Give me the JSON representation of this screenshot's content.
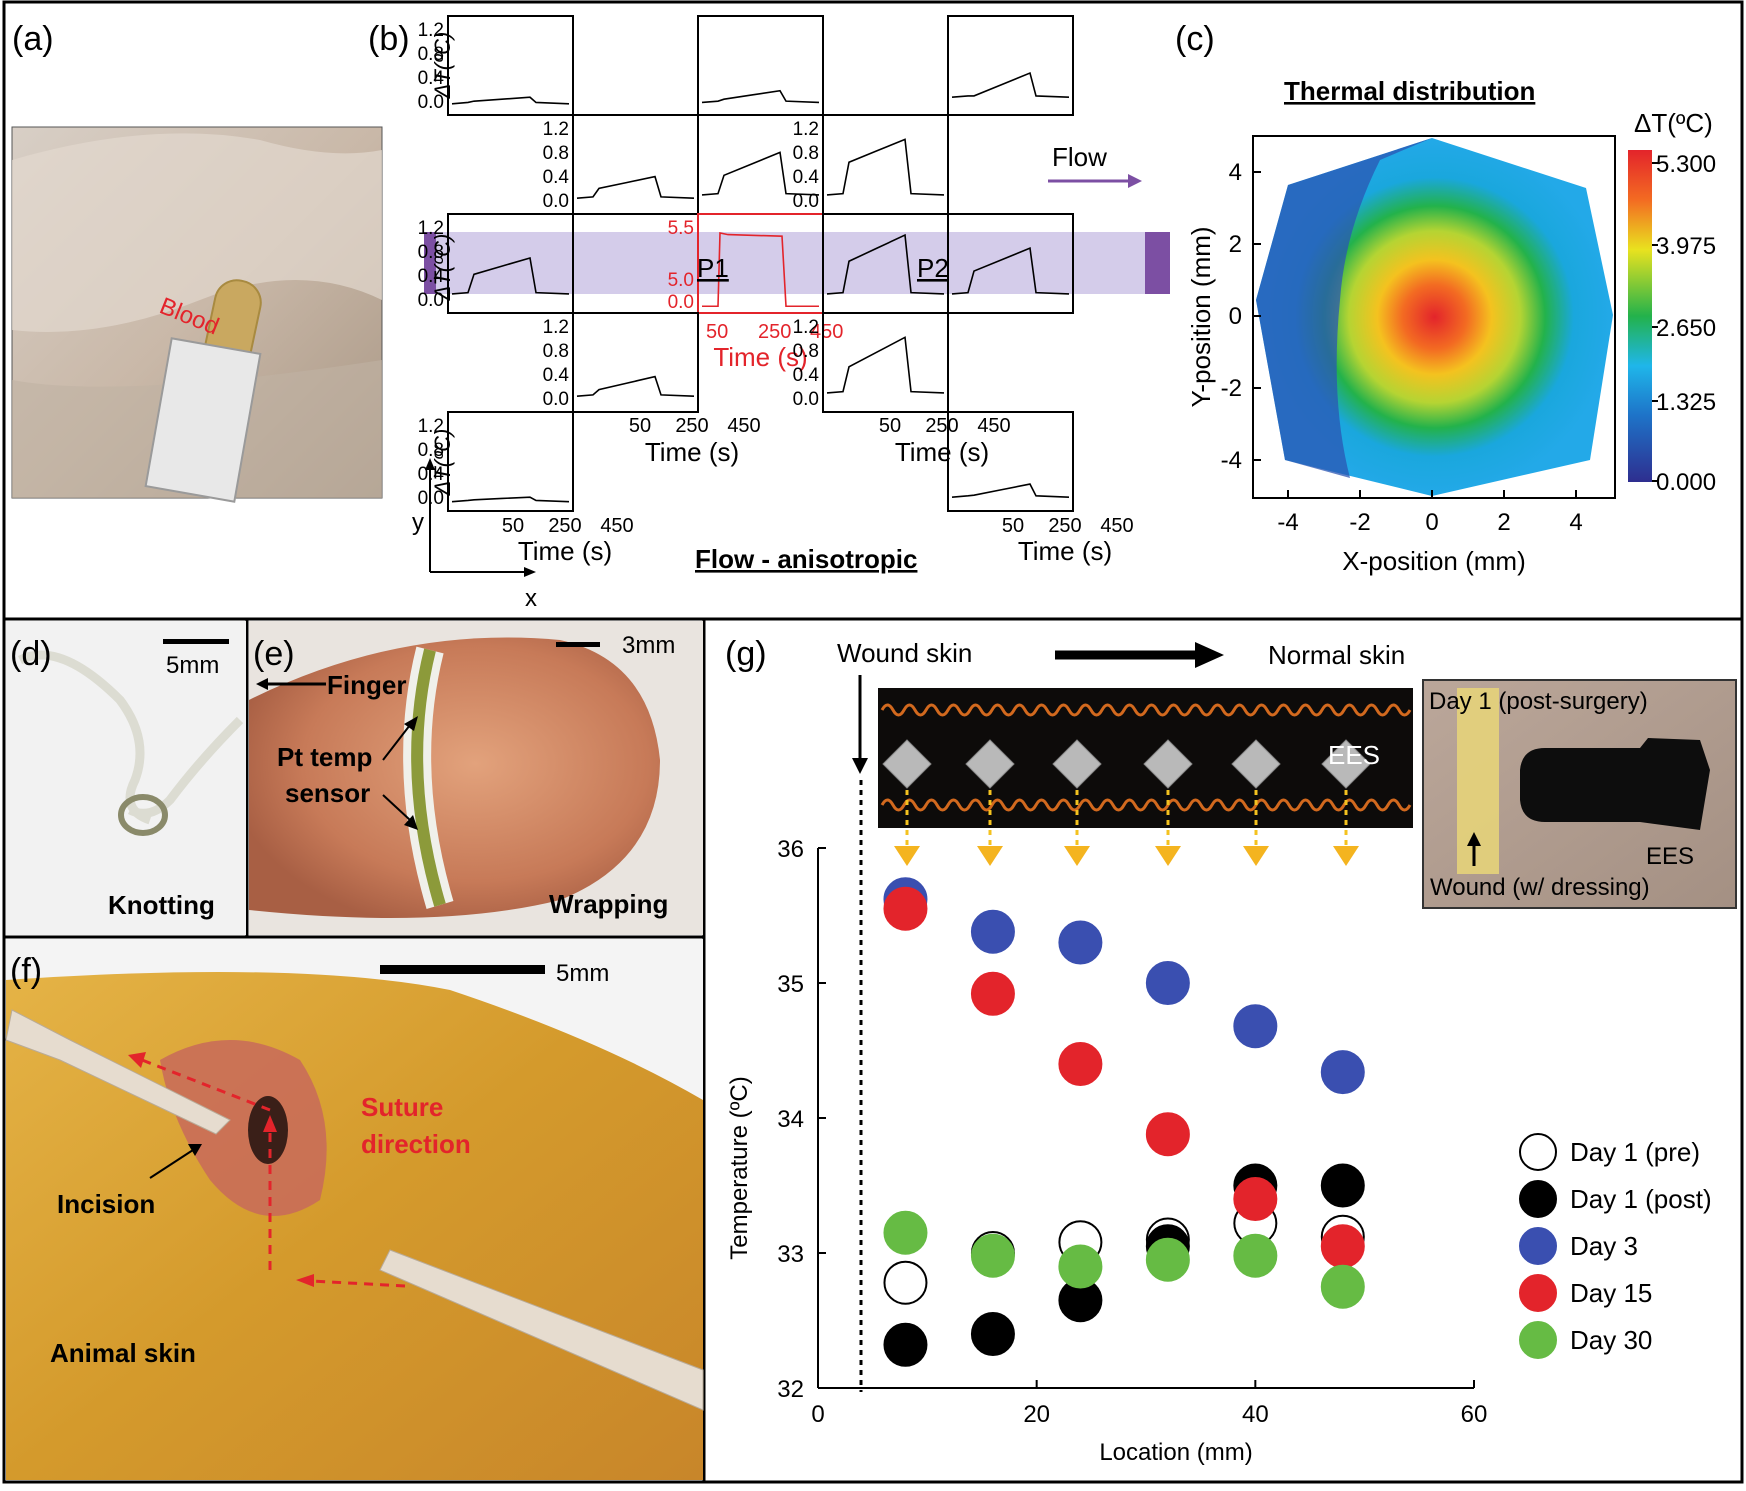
{
  "panels": {
    "a": {
      "label": "(a)",
      "blood": "Blood"
    },
    "b": {
      "label": "(b)",
      "ylabel": "ΔT(ºC)",
      "yticks": [
        "1.2",
        "0.8",
        "0.4",
        "0.0"
      ],
      "center_yticks": [
        "5.5",
        "5.0",
        "0.0"
      ],
      "xticks": [
        "50",
        "250",
        "450"
      ],
      "xlabel": "Time (s)",
      "p1": "P1",
      "p2": "P2",
      "flow": "Flow",
      "axis_x": "x",
      "axis_y": "y",
      "caption": "Flow - anisotropic"
    },
    "c": {
      "label": "(c)",
      "title": "Thermal distribution",
      "xlabel": "X-position (mm)",
      "ylabel": "Y-position (mm)",
      "colorbar_title": "ΔT(ºC)",
      "colorbar_ticks": [
        "5.300",
        "3.975",
        "2.650",
        "1.325",
        "0.000"
      ],
      "xticks": [
        "-4",
        "-2",
        "0",
        "2",
        "4"
      ],
      "yticks": [
        "4",
        "2",
        "0",
        "-2",
        "-4"
      ]
    },
    "d": {
      "label": "(d)",
      "scale": "5mm",
      "caption": "Knotting"
    },
    "e": {
      "label": "(e)",
      "scale": "3mm",
      "finger": "Finger",
      "sensor_line1": "Pt temp",
      "sensor_line2": "sensor",
      "caption": "Wrapping"
    },
    "f": {
      "label": "(f)",
      "scale": "5mm",
      "suture_line1": "Suture",
      "suture_line2": "direction",
      "incision": "Incision",
      "skin": "Animal skin"
    },
    "g": {
      "label": "(g)",
      "wound": "Wound skin",
      "normal": "Normal skin",
      "ees": "EES",
      "inset_title": "Day 1 (post-surgery)",
      "inset_ees": "EES",
      "inset_wound": "Wound (w/ dressing)"
    }
  },
  "chart_data": [
    {
      "type": "scatter",
      "xlabel": "Location (mm)",
      "ylabel": "Temperature (ºC)",
      "xlim": [
        0,
        60
      ],
      "ylim": [
        32,
        36
      ],
      "xticks": [
        "0",
        "20",
        "40",
        "60"
      ],
      "yticks": [
        "32",
        "33",
        "34",
        "35",
        "36"
      ],
      "x": [
        8,
        16,
        24,
        32,
        40,
        48
      ],
      "series": [
        {
          "name": "Day 1 (pre)",
          "color": "#ffffff",
          "stroke": "#000000",
          "values": [
            32.78,
            33.0,
            33.08,
            33.1,
            33.22,
            33.12
          ]
        },
        {
          "name": "Day 1 (post)",
          "color": "#000000",
          "stroke": "#000000",
          "values": [
            32.32,
            32.4,
            32.65,
            33.05,
            33.5,
            33.5
          ]
        },
        {
          "name": "Day 3",
          "color": "#3a4fb0",
          "stroke": "#3a4fb0",
          "values": [
            35.62,
            35.38,
            35.3,
            35.0,
            34.68,
            34.34
          ]
        },
        {
          "name": "Day 15",
          "color": "#e3242b",
          "stroke": "#e3242b",
          "values": [
            35.55,
            34.92,
            34.4,
            33.88,
            33.4,
            33.05
          ]
        },
        {
          "name": "Day 30",
          "color": "#66bb44",
          "stroke": "#66bb44",
          "values": [
            33.15,
            32.98,
            32.9,
            32.95,
            32.98,
            32.75
          ]
        }
      ]
    },
    {
      "type": "line",
      "xticks": [
        "50",
        "250",
        "450"
      ],
      "yticks": [
        "1.2",
        "0.8",
        "0.4",
        "0.0"
      ],
      "series": [
        {
          "name": "r0c0",
          "values": [
            0.12,
            0.18,
            0.08
          ]
        },
        {
          "name": "r0c2",
          "values": [
            0.15,
            0.28,
            0.1
          ]
        },
        {
          "name": "r0c4",
          "values": [
            0.2,
            0.55,
            0.18
          ]
        },
        {
          "name": "r1c1",
          "values": [
            0.3,
            0.48,
            0.15
          ]
        },
        {
          "name": "r1c2",
          "values": [
            0.5,
            0.85,
            0.2
          ]
        },
        {
          "name": "r1c3",
          "values": [
            0.7,
            1.05,
            0.2
          ]
        },
        {
          "name": "r2c0",
          "values": [
            0.5,
            0.75,
            0.2
          ]
        },
        {
          "name": "r2c2",
          "values": [
            5.3,
            5.3,
            0.0
          ]
        },
        {
          "name": "r2c3",
          "values": [
            0.7,
            1.1,
            0.2
          ]
        },
        {
          "name": "r2c4",
          "values": [
            0.55,
            0.9,
            0.2
          ]
        },
        {
          "name": "r3c1",
          "values": [
            0.25,
            0.45,
            0.15
          ]
        },
        {
          "name": "r3c3",
          "values": [
            0.6,
            1.05,
            0.2
          ]
        },
        {
          "name": "r4c0",
          "values": [
            0.08,
            0.12,
            0.05
          ]
        },
        {
          "name": "r4c4",
          "values": [
            0.15,
            0.32,
            0.12
          ]
        }
      ]
    }
  ]
}
